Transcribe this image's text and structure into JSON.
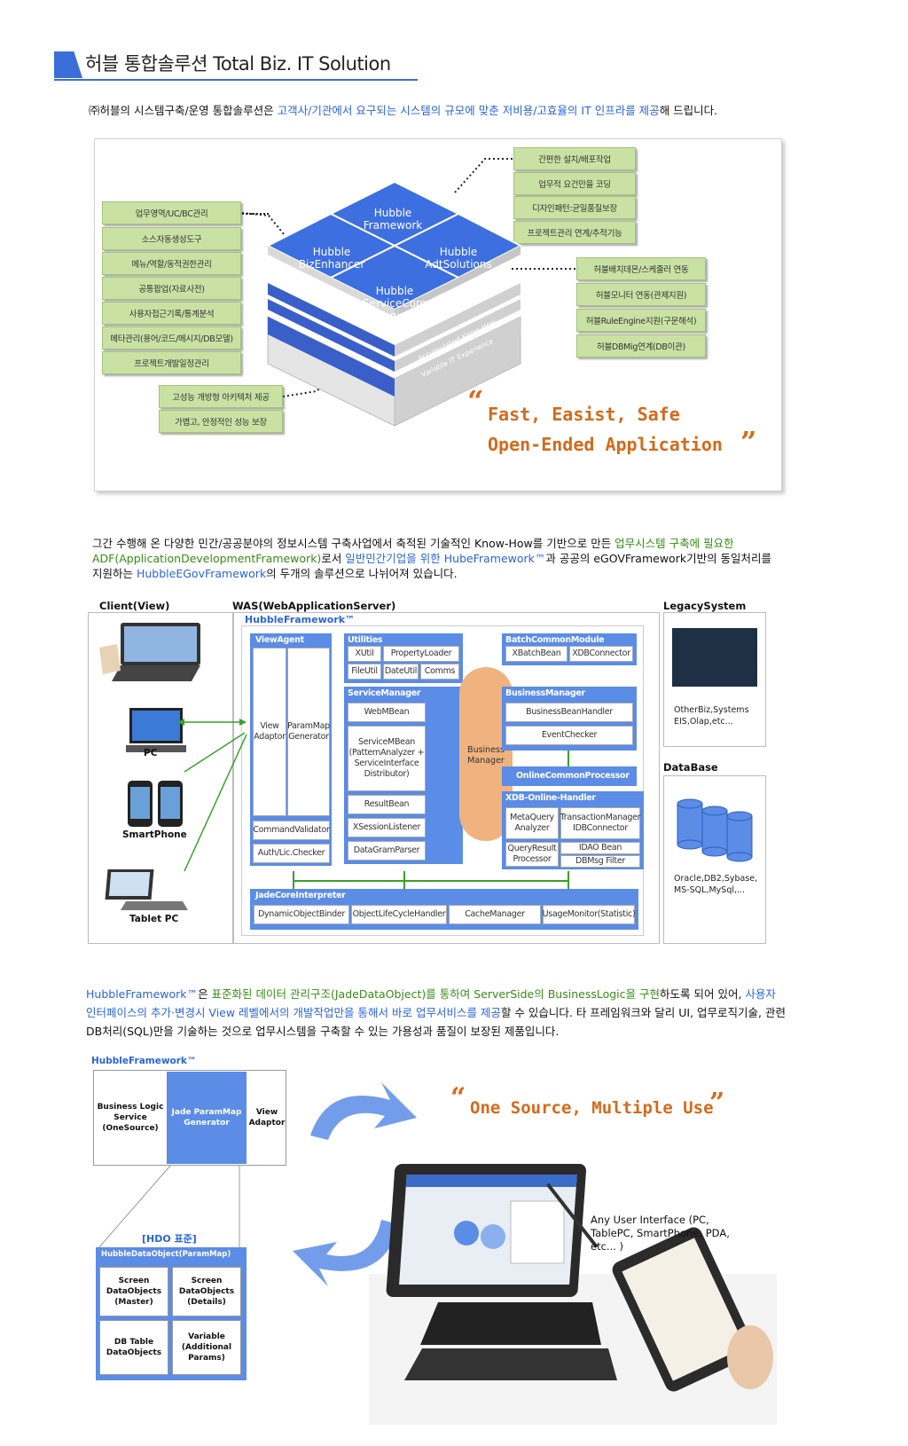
{
  "header": {
    "title": "허블 통합솔루션  Total Biz. IT Solution"
  },
  "intro": {
    "part1": "㈜허블의 시스템구축/운영 통합솔루션은 ",
    "part2": "고객사/기관에서 요구되는 시스템의 규모에 맞춘 저비용/고효율의 IT 인프라를 제공",
    "part3": "해 드립니다."
  },
  "panel1": {
    "left_items": [
      "업무영역/UC/BC관리",
      "소스자동생성도구",
      "메뉴/역할/동적권한관리",
      "공통팝업(자료사전)",
      "사용자접근기록/통계분석",
      "메타관리(용어/코드/메시지/DB모델)",
      "프로젝트개발일정관리"
    ],
    "bottom_items": [
      "고성능 개방형 아키텍처 제공",
      "가볍고, 안정적인 성능 보장"
    ],
    "top_right_items": [
      "간편한 설치/배포작업",
      "업무적 요건만을 코딩",
      "디자인패턴:균일품질보장",
      "프로젝트관리 연계/추적기능"
    ],
    "right_items": [
      "허블배치데몬/스케줄러 연동",
      "허블모니터 연동(관제지원)",
      "허블RuleEngine지원(구문해석)",
      "허블DBMig연계(DB이관)"
    ],
    "cube": {
      "top": "Hubble Framework",
      "left": "Hubble BizEnhancer",
      "right": "Hubble AdtSolutions",
      "front": "Hubble ServiceCore Engine",
      "side1": "Accumulated Know-How",
      "side2": "Variable IT Experience"
    },
    "quote_line1": "Fast, Easist, Safe",
    "quote_line2": "Open-Ended Application"
  },
  "para1": {
    "l1a": "그간 수행해 온 다양한 민간/공공분야의 정보시스템 구축사업에서 축적된 기술적인 Know-How를 기반으로 만든 ",
    "l1b": "업무시스템 구축에 필요한",
    "l2a": "ADF(ApplicationDevelopmentFramework)",
    "l2b": "로서 ",
    "l2c": "일반민간기업을 위한 HubeFramework™",
    "l2d": "과 공공의 eGOVFramework기반의 동일처리를",
    "l3a": "지원하는 ",
    "l3b": "HubbleEGovFramework",
    "l3c": "의 두개의 솔루션으로 나뉘어져 있습니다."
  },
  "arch": {
    "client_label": "Client(View)",
    "was_label": "WAS(WebApplicationServer)",
    "legacy_label": "LegacySystem",
    "framework_label": "HubbleFramework™",
    "devices": [
      "PC",
      "SmartPhone",
      "Tablet PC"
    ],
    "view_agent": "ViewAgent",
    "view_adaptor": "View Adaptor",
    "parammap_generator": "ParamMap Generator",
    "command_validator": "CommandValidator",
    "auth_checker": "Auth/Lic.Checker",
    "utilities": "Utilities",
    "util_items": [
      "XUtil",
      "PropertyLoader",
      "FileUtil",
      "DateUtil",
      "Comms"
    ],
    "service_manager": "ServiceManager",
    "sm_items": [
      "WebMBean",
      "ServiceMBean (PatternAnalyzer + ServiceInterface Distributor)",
      "ResultBean",
      "XSessionListener",
      "DataGramParser"
    ],
    "business_manager_oval": "Business Manager",
    "batch_module": "BatchCommonModule",
    "batch_items": [
      "XBatchBean",
      "XDBConnector"
    ],
    "business_manager": "BusinessManager",
    "bm_items": [
      "BusinessBeanHandler",
      "EventChecker"
    ],
    "online_processor": "OnlineCommonProcessor",
    "xdb_handler": "XDB-Online-Handler",
    "xdb_items": [
      "MetaQuery Analyzer",
      "TransactionManager IDBConnector",
      "QueryResult Processor",
      "IDAO Bean",
      "DBMsg Filter"
    ],
    "jade_interpreter": "JadeCoreInterpreter",
    "jade_items": [
      "DynamicObjectBinder",
      "ObjectLifeCycleHandler",
      "CacheManager",
      "UsageMonitor(Statistic)"
    ],
    "legacy_text": "OtherBiz,Systems EIS,Olap,etc...",
    "database_label": "DataBase",
    "database_text": "Oracle,DB2,Sybase, MS-SQL,MySql,..."
  },
  "para2": {
    "l1a": "HubbleFramework™",
    "l1b": "은 ",
    "l1c": "표준화된 데이터 관리구조(JadeDataObject)를 통하여 ServerSide의 BusinessLogic을 구현",
    "l1d": "하도록 되어 있어, ",
    "l1e": "사용자",
    "l2a": "인터페이스의 추가·변경시 View 레벨에서의 개발작업만을 통해서 바로 업무서비스를 제공",
    "l2b": "할 수 있습니다. 타 프레임워크와 달리 UI, 업무로직기술, 관련",
    "l3": "DB처리(SQL)만을 기술하는 것으로 업무시스템을 구축할 수 있는 가용성과 품질이 보장된 제품입니다."
  },
  "bottom": {
    "framework_label": "HubbleFramework™",
    "col1": "Business Logic Service (OneSource)",
    "col2": "Jade ParamMap Generator",
    "col3": "View Adaptor",
    "hdo_label": "[HDO 표준]",
    "hdo_title": "HubbleDataObject(ParamMap)",
    "cells": [
      "Screen DataObjects (Master)",
      "Screen DataObjects (Details)",
      "DB Table DataObjects",
      "Variable (Additional Params)"
    ],
    "quote": "One Source, Multiple Use",
    "ui_text": "Any User Interface (PC, TablePC, SmartPhone, PDA, etc... )"
  },
  "colors": {
    "accent_blue": "#2a64d8",
    "green_box": "#c9e2a4",
    "quote_orange": "#d36a1b",
    "module_blue": "#5b8ce6"
  }
}
